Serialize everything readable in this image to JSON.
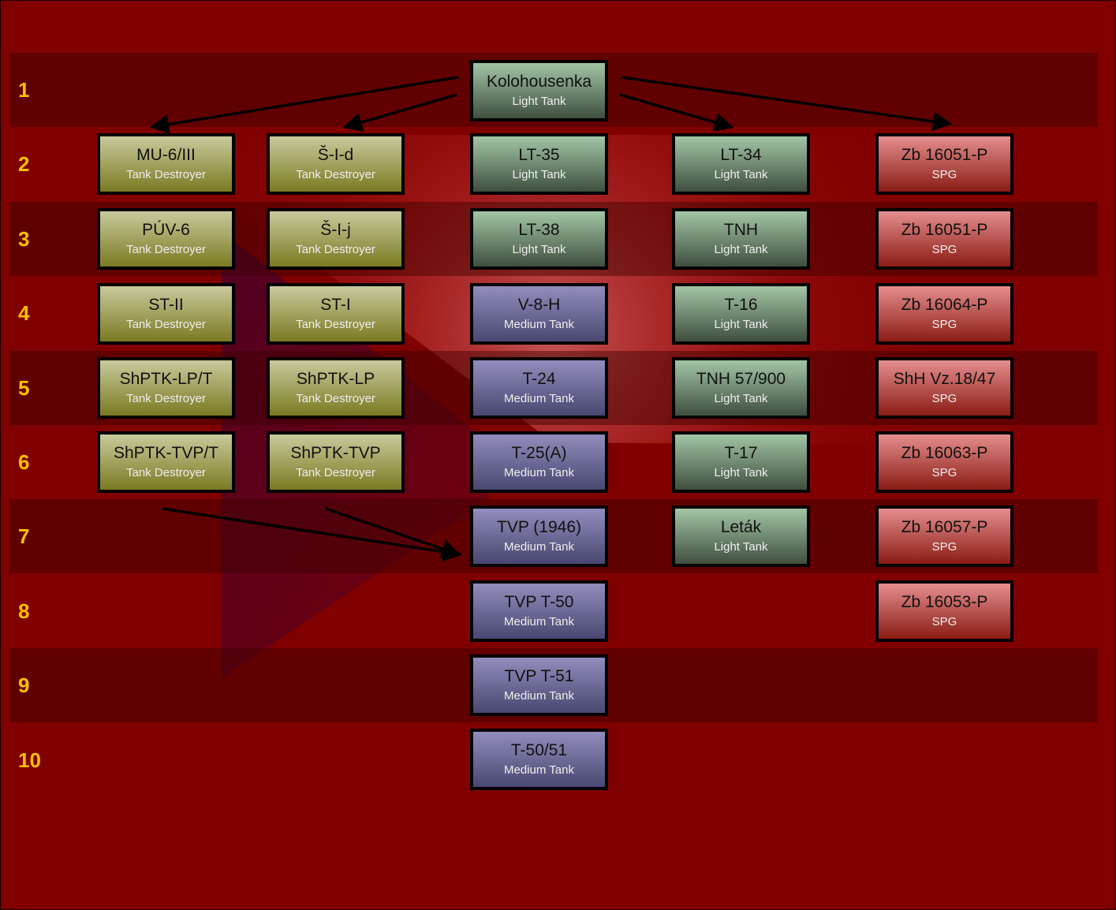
{
  "colors": {
    "background": "#800000",
    "tier_label": "#ffc000",
    "tank_destroyer": "#a8a860",
    "light_tank": "#6f8f72",
    "medium_tank": "#6d6c98",
    "spg": "#c05050"
  },
  "tiers": [
    "1",
    "2",
    "3",
    "4",
    "5",
    "6",
    "7",
    "8",
    "9",
    "10"
  ],
  "nodes": [
    {
      "id": "kolohousenka",
      "name": "Kolohousenka",
      "type": "Light Tank",
      "cls": "lt",
      "tier": 1,
      "col": "C"
    },
    {
      "id": "mu6",
      "name": "MU-6/III",
      "type": "Tank Destroyer",
      "cls": "td",
      "tier": 2,
      "col": "A"
    },
    {
      "id": "sid",
      "name": "Š-I-d",
      "type": "Tank Destroyer",
      "cls": "td",
      "tier": 2,
      "col": "B"
    },
    {
      "id": "lt35",
      "name": "LT-35",
      "type": "Light Tank",
      "cls": "lt",
      "tier": 2,
      "col": "C"
    },
    {
      "id": "lt34",
      "name": "LT-34",
      "type": "Light Tank",
      "cls": "lt",
      "tier": 2,
      "col": "D"
    },
    {
      "id": "zb16051a",
      "name": "Zb 16051-P",
      "type": "SPG",
      "cls": "spg",
      "tier": 2,
      "col": "E"
    },
    {
      "id": "puv6",
      "name": "PÚV-6",
      "type": "Tank Destroyer",
      "cls": "td",
      "tier": 3,
      "col": "A"
    },
    {
      "id": "sij",
      "name": "Š-I-j",
      "type": "Tank Destroyer",
      "cls": "td",
      "tier": 3,
      "col": "B"
    },
    {
      "id": "lt38",
      "name": "LT-38",
      "type": "Light Tank",
      "cls": "lt",
      "tier": 3,
      "col": "C"
    },
    {
      "id": "tnh",
      "name": "TNH",
      "type": "Light Tank",
      "cls": "lt",
      "tier": 3,
      "col": "D"
    },
    {
      "id": "zb16051b",
      "name": "Zb 16051-P",
      "type": "SPG",
      "cls": "spg",
      "tier": 3,
      "col": "E"
    },
    {
      "id": "st2",
      "name": "ST-II",
      "type": "Tank Destroyer",
      "cls": "td",
      "tier": 4,
      "col": "A"
    },
    {
      "id": "st1",
      "name": "ST-I",
      "type": "Tank Destroyer",
      "cls": "td",
      "tier": 4,
      "col": "B"
    },
    {
      "id": "v8h",
      "name": "V-8-H",
      "type": "Medium Tank",
      "cls": "mt",
      "tier": 4,
      "col": "C"
    },
    {
      "id": "t16",
      "name": "T-16",
      "type": "Light Tank",
      "cls": "lt",
      "tier": 4,
      "col": "D"
    },
    {
      "id": "zb16064",
      "name": "Zb 16064-P",
      "type": "SPG",
      "cls": "spg",
      "tier": 4,
      "col": "E"
    },
    {
      "id": "shptklpt",
      "name": "ShPTK-LP/T",
      "type": "Tank Destroyer",
      "cls": "td",
      "tier": 5,
      "col": "A"
    },
    {
      "id": "shptklp",
      "name": "ShPTK-LP",
      "type": "Tank Destroyer",
      "cls": "td",
      "tier": 5,
      "col": "B"
    },
    {
      "id": "t24",
      "name": "T-24",
      "type": "Medium Tank",
      "cls": "mt",
      "tier": 5,
      "col": "C"
    },
    {
      "id": "tnh57",
      "name": "TNH 57/900",
      "type": "Light Tank",
      "cls": "lt",
      "tier": 5,
      "col": "D"
    },
    {
      "id": "shh",
      "name": "ShH Vz.18/47",
      "type": "SPG",
      "cls": "spg",
      "tier": 5,
      "col": "E"
    },
    {
      "id": "shptktvpt",
      "name": "ShPTK-TVP/T",
      "type": "Tank Destroyer",
      "cls": "td",
      "tier": 6,
      "col": "A"
    },
    {
      "id": "shptktvp",
      "name": "ShPTK-TVP",
      "type": "Tank Destroyer",
      "cls": "td",
      "tier": 6,
      "col": "B"
    },
    {
      "id": "t25a",
      "name": "T-25(A)",
      "type": "Medium Tank",
      "cls": "mt",
      "tier": 6,
      "col": "C"
    },
    {
      "id": "t17",
      "name": "T-17",
      "type": "Light Tank",
      "cls": "lt",
      "tier": 6,
      "col": "D"
    },
    {
      "id": "zb16063",
      "name": "Zb 16063-P",
      "type": "SPG",
      "cls": "spg",
      "tier": 6,
      "col": "E"
    },
    {
      "id": "tvp1946",
      "name": "TVP (1946)",
      "type": "Medium Tank",
      "cls": "mt",
      "tier": 7,
      "col": "C"
    },
    {
      "id": "letak",
      "name": "Leták",
      "type": "Light Tank",
      "cls": "lt",
      "tier": 7,
      "col": "D"
    },
    {
      "id": "zb16057",
      "name": "Zb 16057-P",
      "type": "SPG",
      "cls": "spg",
      "tier": 7,
      "col": "E"
    },
    {
      "id": "tvpt50",
      "name": "TVP T-50",
      "type": "Medium Tank",
      "cls": "mt",
      "tier": 8,
      "col": "C"
    },
    {
      "id": "zb16053",
      "name": "Zb 16053-P",
      "type": "SPG",
      "cls": "spg",
      "tier": 8,
      "col": "E"
    },
    {
      "id": "tvpt51",
      "name": "TVP T-51",
      "type": "Medium Tank",
      "cls": "mt",
      "tier": 9,
      "col": "C"
    },
    {
      "id": "t5051",
      "name": "T-50/51",
      "type": "Medium Tank",
      "cls": "mt",
      "tier": 10,
      "col": "C"
    }
  ],
  "edges": [
    {
      "from": "kolohousenka",
      "to": "mu6"
    },
    {
      "from": "kolohousenka",
      "to": "sid"
    },
    {
      "from": "kolohousenka",
      "to": "lt34"
    },
    {
      "from": "kolohousenka",
      "to": "zb16051a"
    },
    {
      "from": "shptktvpt",
      "to": "tvp1946"
    },
    {
      "from": "shptktvp",
      "to": "tvp1946"
    }
  ]
}
